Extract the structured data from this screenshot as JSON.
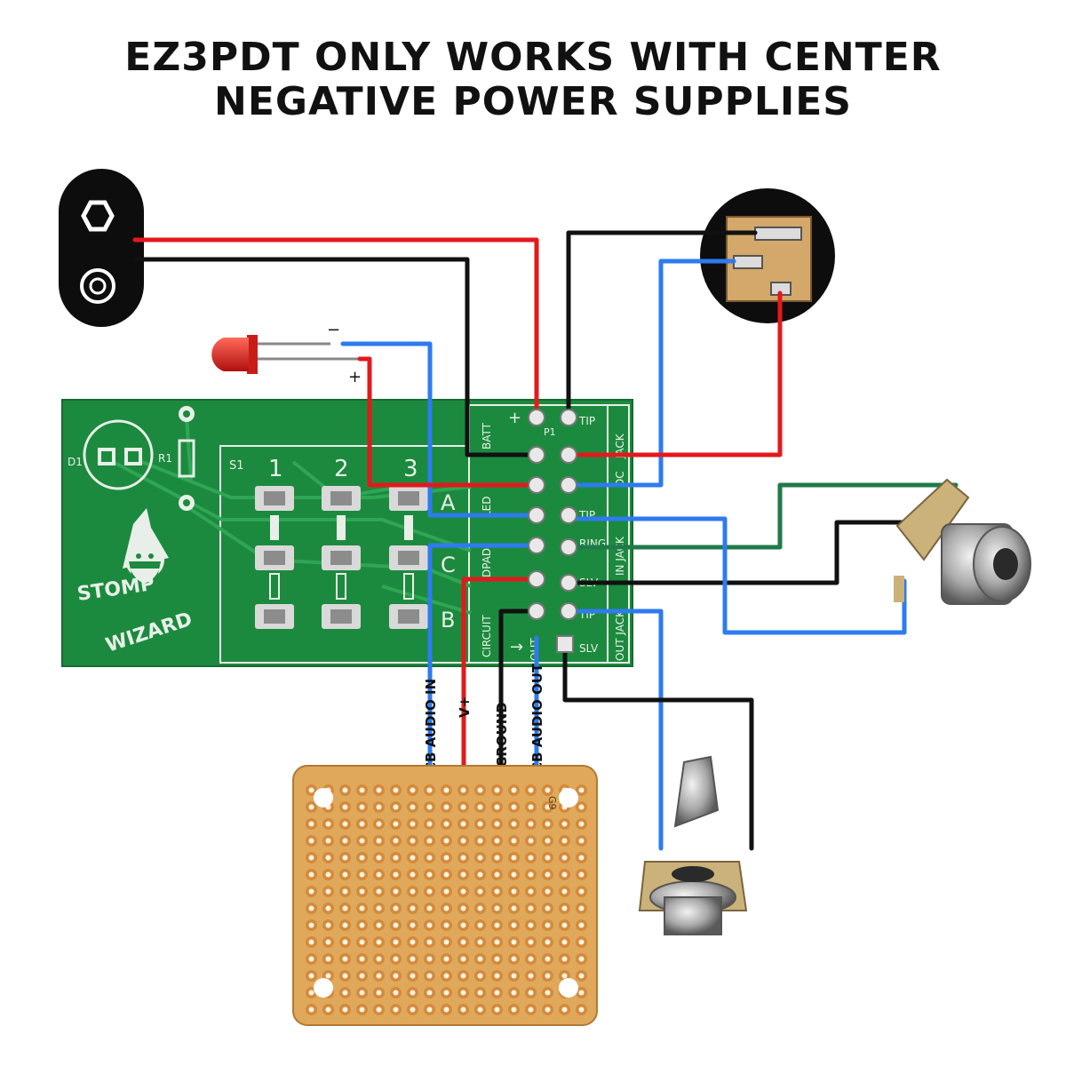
{
  "title": {
    "line1": "EZ3PDT ONLY WORKS WITH CENTER",
    "line2": "NEGATIVE POWER SUPPLIES"
  },
  "colors": {
    "red_wire": "#e3191c",
    "black_wire": "#111111",
    "blue_wire": "#2e7bf0",
    "green_wire": "#1f7a4a",
    "pcb_green": "#1c8a3e",
    "perfboard": "#e0a85a",
    "dc_jack_pad": "#d4a86a",
    "led_red": "#d9241b",
    "magenta_marker": "#e040e0"
  },
  "led": {
    "minus": "−",
    "plus": "+"
  },
  "pcb": {
    "d1": "D1",
    "r1": "R1",
    "s1": "S1",
    "col1": "1",
    "col2": "2",
    "col3": "3",
    "row_a": "A",
    "row_c": "C",
    "row_b": "B",
    "batt_plus": "+",
    "batt": "BATT",
    "p1": "P1",
    "led": "LED",
    "dpad": "DPAD",
    "circuit": "CIRCUIT",
    "out": "OUT",
    "pin_tip1": "TIP",
    "pin_slv": "SLV",
    "jack1": "JACK",
    "dc": "DC",
    "jack2": "IN JACK",
    "jack3": "OUT JACK",
    "pin_tip2": "TIP",
    "pin_ring": "RING",
    "pin_tip3": "TIP",
    "pin_slv2": "SLV",
    "logo_top": "STOMP",
    "logo_bottom": "WIZARD"
  },
  "wire_labels": {
    "pcb_audio_in": "PCB AUDIO IN",
    "v_plus": "V+",
    "ground": "GROUND",
    "pcb_audio_out": "PCB AUDIO OUT"
  },
  "perfboard": {
    "corner_label": "G9"
  }
}
